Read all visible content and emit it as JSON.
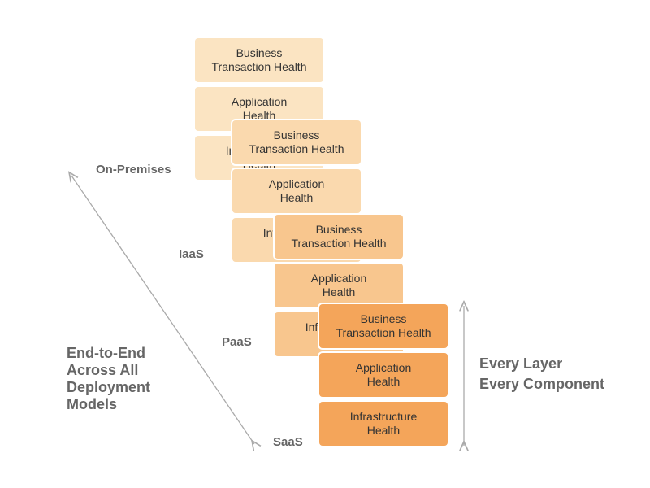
{
  "layers": {
    "business": "Business\nTransaction Health",
    "application": "Application\nHealth",
    "infrastructure": "Infrastructure\nHealth"
  },
  "models": [
    {
      "name": "On-Premises",
      "color": "#fbe4c2"
    },
    {
      "name": "IaaS",
      "color": "#fad9ae"
    },
    {
      "name": "PaaS",
      "color": "#f8c68e"
    },
    {
      "name": "SaaS",
      "color": "#f4a55a"
    }
  ],
  "left_caption": "End-to-End\nAcross All\nDeployment\nModels",
  "right_caption": "Every Layer\nEvery Component",
  "arrow_color": "#aaaaaa"
}
